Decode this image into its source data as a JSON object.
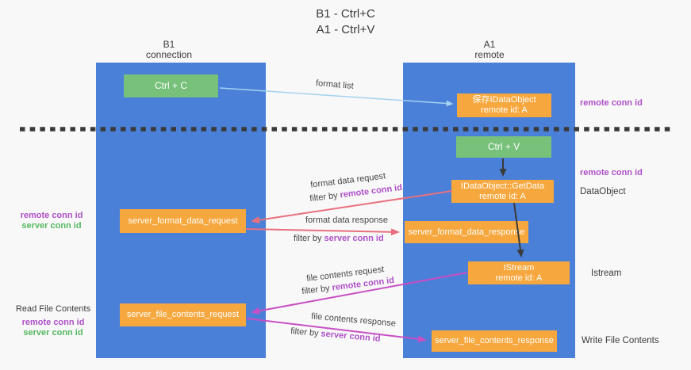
{
  "title": {
    "line1": "B1 - Ctrl+C",
    "line2": "A1 - Ctrl+V"
  },
  "columns": {
    "left": {
      "title": "B1",
      "subtitle": "connection"
    },
    "right": {
      "title": "A1",
      "subtitle": "remote"
    }
  },
  "nodes": {
    "ctrl_c": "Ctrl + C",
    "ctrl_v": "Ctrl + V",
    "save_dataobject": {
      "line1": "保存IDataObject",
      "line2": "remote id: A"
    },
    "getdata": {
      "line1": "IDataObject::GetData",
      "line2": "remote id: A"
    },
    "istream": {
      "line1": "IStream",
      "line2": "remote id: A"
    },
    "format_request": "server_format_data_request",
    "format_response": "server_format_data_response",
    "file_request": "server_file_contents_request",
    "file_response": "server_file_contents_response"
  },
  "arrow_labels": {
    "format_list": "format list",
    "format_request": {
      "line1": "format data request",
      "filter_prefix": "filter by",
      "filter_key": "remote conn id"
    },
    "format_response": {
      "line1": "format data response",
      "filter_prefix": "filter by",
      "filter_key": "server conn id"
    },
    "file_request": {
      "line1": "file contents request",
      "filter_prefix": "filter by",
      "filter_key": "remote conn id"
    },
    "file_response": {
      "line1": "file contents response",
      "filter_prefix": "filter by",
      "filter_key": "server conn id"
    }
  },
  "side_labels": {
    "right_remote_conn_top": "remote conn id",
    "right_remote_conn_mid": "remote conn id",
    "right_dataobject": "DataObject",
    "right_istream": "Istream",
    "right_write_file": "Write File Contents",
    "left_format": {
      "remote": "remote conn id",
      "server": "server conn id"
    },
    "left_file": {
      "read": "Read File Contents",
      "remote": "remote conn id",
      "server": "server conn id"
    }
  },
  "colors": {
    "lifeline_blue": "#4A80D8",
    "node_green": "#77C17B",
    "node_orange": "#F6A73D",
    "arrow_salmon": "#E8707E",
    "arrow_magenta": "#C84FC4",
    "arrow_lightblue": "#A5D2F0",
    "arrow_black": "#3a3a3a",
    "text_purple": "#AE50C8",
    "text_green": "#55B85F",
    "background": "#f8f8f8"
  }
}
